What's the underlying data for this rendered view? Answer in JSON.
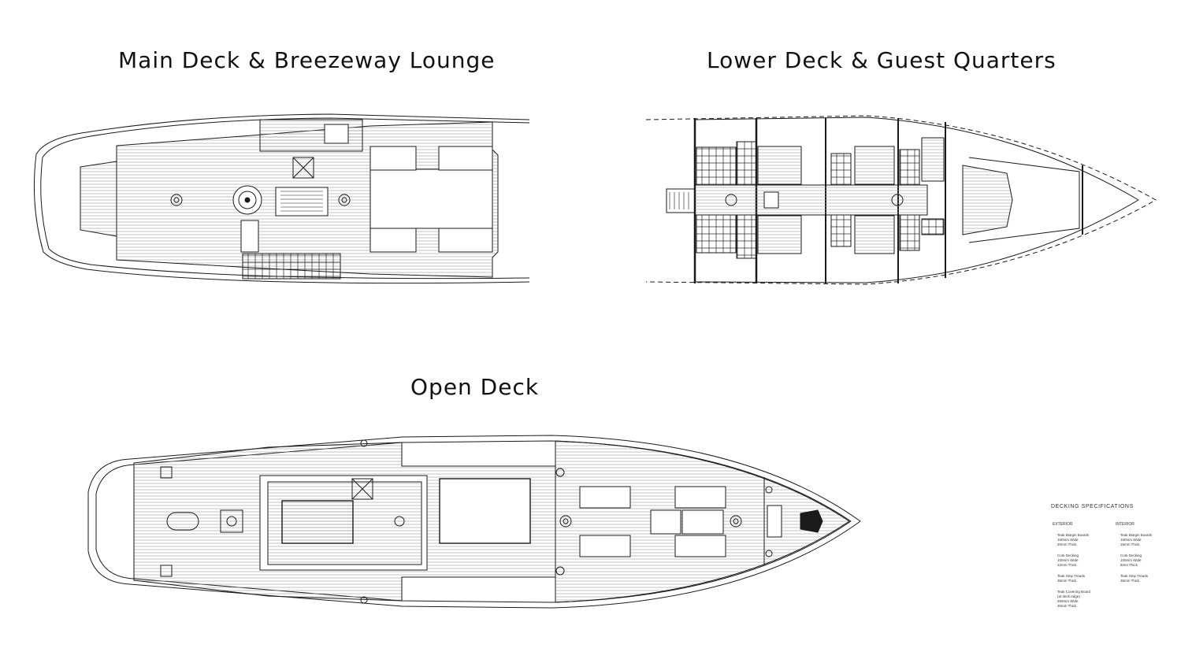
{
  "titles": {
    "main": "Main Deck & Breezeway Lounge",
    "lower": "Lower Deck & Guest Quarters",
    "open": "Open Deck"
  },
  "specs": {
    "heading": "DECKING SPECIFICATIONS",
    "exterior": {
      "caption": "EXTERIOR",
      "groups": [
        [
          "Teak Margin Boards",
          "150mm Wide",
          "20mm Thick"
        ],
        [
          "Cork Decking",
          "100mm Wide",
          "12mm Thick"
        ],
        [
          "Teak Strip Treads",
          "35mm Thick"
        ],
        [
          "Teak Covering Board",
          "(at deck edge)",
          "250mm Wide",
          "30mm Thick"
        ]
      ]
    },
    "interior": {
      "caption": "INTERIOR",
      "groups": [
        [
          "Teak Margin Boards",
          "150mm Wide",
          "15mm Thick"
        ],
        [
          "Cork Decking",
          "100mm Wide",
          "8mm Thick"
        ],
        [
          "Teak Strip Treads",
          "35mm Thick"
        ]
      ]
    }
  },
  "colors": {
    "line": "#1a1a1a",
    "hatch": "#9a9a9a",
    "paper": "#ffffff"
  }
}
